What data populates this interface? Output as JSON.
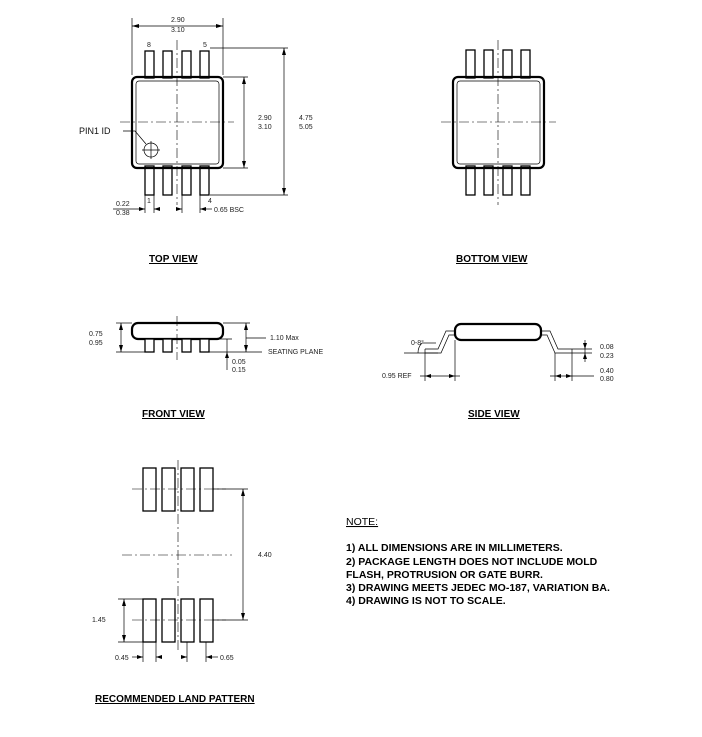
{
  "top_view": {
    "title": "TOP VIEW",
    "width_min": "2.90",
    "width_max": "3.10",
    "body_min": "2.90",
    "body_max": "3.10",
    "total_min": "4.75",
    "total_max": "5.05",
    "pin8_label": "8",
    "pin5_label": "5",
    "pin1_label": "1",
    "pin4_label": "4",
    "pin1_id": "PIN1 ID",
    "lead_width_min": "0.22",
    "lead_width_max": "0.38",
    "pitch": "0.65 BSC"
  },
  "bottom_view": {
    "title": "BOTTOM VIEW"
  },
  "front_view": {
    "title": "FRONT VIEW",
    "height_min": "0.75",
    "height_max": "0.95",
    "max_height": "1.10 Max",
    "seating_plane": "SEATING PLANE",
    "standoff_min": "0.05",
    "standoff_max": "0.15"
  },
  "side_view": {
    "title": "SIDE VIEW",
    "angle": "0-8°",
    "ref": "0.95 REF",
    "lead_thk_min": "0.08",
    "lead_thk_max": "0.23",
    "foot_min": "0.40",
    "foot_max": "0.80"
  },
  "land_pattern": {
    "title": "RECOMMENDED LAND PATTERN",
    "span": "4.40",
    "pad_len": "1.45",
    "pad_width": "0.45",
    "pitch": "0.65"
  },
  "notes": {
    "heading": "NOTE:",
    "items": [
      "1) ALL DIMENSIONS ARE IN MILLIMETERS.",
      "2) PACKAGE LENGTH DOES NOT INCLUDE MOLD",
      "FLASH, PROTRUSION OR GATE BURR.",
      "3) DRAWING MEETS JEDEC MO-187, VARIATION BA.",
      "4) DRAWING IS NOT TO SCALE."
    ]
  }
}
